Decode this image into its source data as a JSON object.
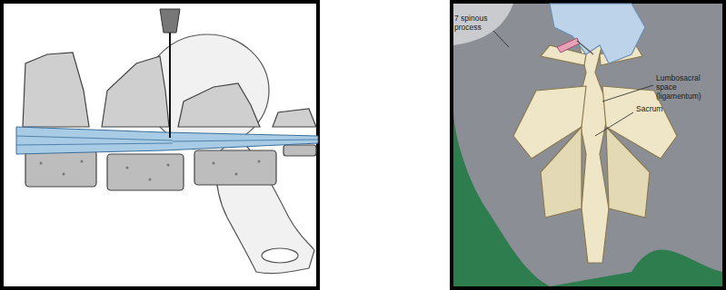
{
  "diagram": {
    "labels": [
      "7 spinous process",
      "Lumbosacral space (ligamentum)",
      "Sacrum"
    ]
  }
}
